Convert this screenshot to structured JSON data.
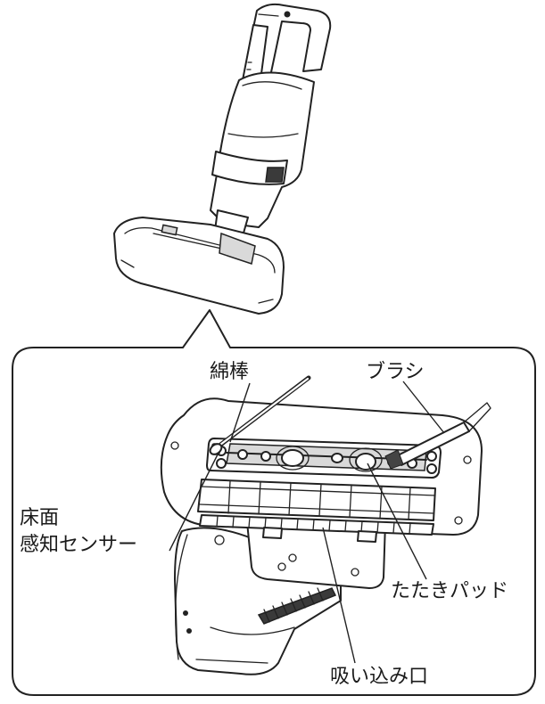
{
  "labels": {
    "cotton_swab": "綿棒",
    "brush": "ブラシ",
    "floor_sensor_line1": "床面",
    "floor_sensor_line2": "感知センサー",
    "tapping_pad": "たたきパッド",
    "suction_inlet": "吸い込み口"
  }
}
